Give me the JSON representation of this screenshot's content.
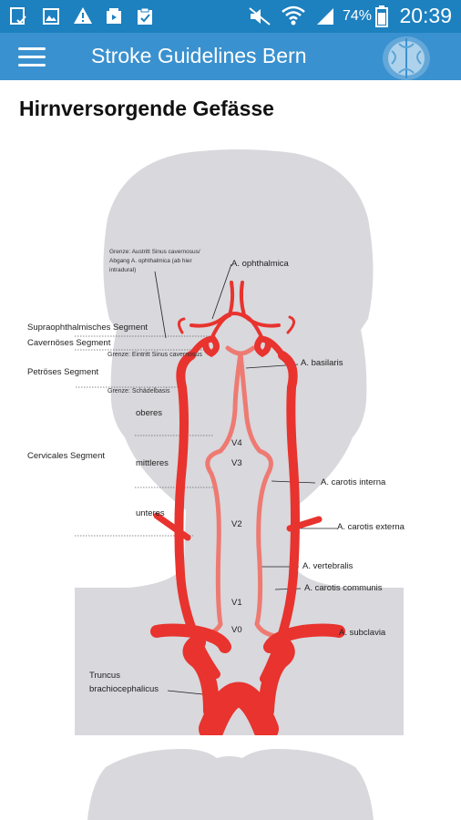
{
  "status_bar": {
    "battery": "74%",
    "time": "20:39"
  },
  "app_bar": {
    "title": "Stroke Guidelines Bern"
  },
  "page": {
    "title": "Hirnversorgende Gefässe"
  },
  "figure": {
    "labels": {
      "grenze_austritt": "Grenze: Austritt Sinus cavernosus/ Abgang A. ophthalmica (ab hier intradural)",
      "ophthalmica": "A. ophthalmica",
      "supraophthalmisches": "Supraophthalmisches Segment",
      "cavernoeses": "Cavernöses Segment",
      "grenze_eintritt": "Grenze: Eintritt Sinus cavernosus",
      "basilaris": "A. basilaris",
      "petroeses": "Petröses Segment",
      "grenze_schaedel": "Grenze: Schädelbasis",
      "oberes": "oberes",
      "cervicales": "Cervicales Segment",
      "mittleres": "mittleres",
      "v4": "V4",
      "v3": "V3",
      "carotis_interna": "A. carotis interna",
      "unteres": "unteres",
      "carotis_externa": "A. carotis externa",
      "v2": "V2",
      "vertebralis": "A. vertebralis",
      "carotis_communis": "A. carotis communis",
      "v1": "V1",
      "subclavia": "A. subclavia",
      "v0": "V0",
      "truncus": "Truncus brachiocephalicus"
    }
  },
  "colors": {
    "status_bar": "#1d80bf",
    "app_bar": "#3a91cf",
    "silhouette": "#d8d8dd",
    "artery": "#e8332e",
    "artery_light": "#ee7a72"
  }
}
